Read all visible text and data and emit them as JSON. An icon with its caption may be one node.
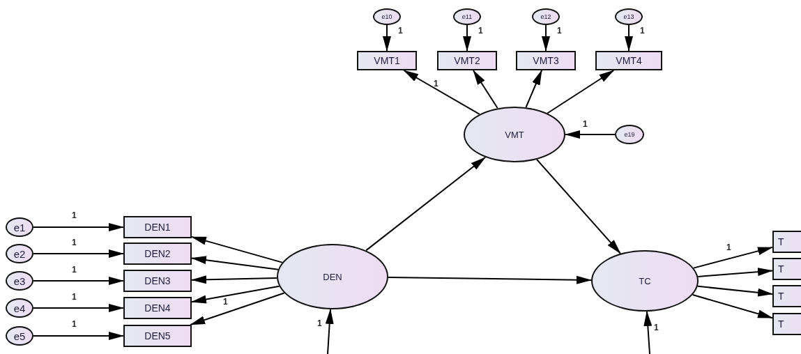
{
  "diagram": {
    "nodes": [
      {
        "text": [
          "e10"
        ]
      },
      {
        "text": [
          "e11"
        ]
      },
      {
        "text": [
          "e12"
        ]
      },
      {
        "text": [
          "e13"
        ]
      },
      {
        "text": [
          "VMT1"
        ]
      },
      {
        "text": [
          "VMT2"
        ]
      },
      {
        "text": [
          "VMT3"
        ]
      },
      {
        "text": [
          "VMT4"
        ]
      },
      {
        "text": [
          "VMT"
        ]
      },
      {
        "text": [
          "e19"
        ]
      },
      {
        "text": [
          "e1"
        ]
      },
      {
        "text": [
          "e2"
        ]
      },
      {
        "text": [
          "e3"
        ]
      },
      {
        "text": [
          "e4"
        ]
      },
      {
        "text": [
          "e5"
        ]
      },
      {
        "text": [
          "DEN1"
        ]
      },
      {
        "text": [
          "DEN2"
        ]
      },
      {
        "text": [
          "DEN3"
        ]
      },
      {
        "text": [
          "DEN4"
        ]
      },
      {
        "text": [
          "DEN5"
        ]
      },
      {
        "text": [
          "DEN"
        ]
      },
      {
        "text": [
          "TC"
        ]
      },
      {
        "text": [
          "T"
        ]
      },
      {
        "text": [
          "T"
        ]
      },
      {
        "text": [
          "T"
        ]
      },
      {
        "text": [
          "T"
        ]
      }
    ],
    "edges": [
      {
        "from": 0,
        "to": 4,
        "arrow": "to",
        "label": "1"
      },
      {
        "from": 1,
        "to": 5,
        "arrow": "to",
        "label": "1"
      },
      {
        "from": 2,
        "to": 6,
        "arrow": "to",
        "label": "1"
      },
      {
        "from": 3,
        "to": 7,
        "arrow": "to",
        "label": "1"
      },
      {
        "from": 8,
        "to": 4,
        "arrow": "to",
        "label": "1"
      },
      {
        "from": 8,
        "to": 5,
        "arrow": "to"
      },
      {
        "from": 8,
        "to": 6,
        "arrow": "to"
      },
      {
        "from": 8,
        "to": 7,
        "arrow": "to"
      },
      {
        "from": 9,
        "to": 8,
        "arrow": "to",
        "label": "1"
      },
      {
        "from": 10,
        "to": 15,
        "arrow": "to",
        "label": "1"
      },
      {
        "from": 11,
        "to": 16,
        "arrow": "to",
        "label": "1"
      },
      {
        "from": 12,
        "to": 17,
        "arrow": "to",
        "label": "1"
      },
      {
        "from": 13,
        "to": 18,
        "arrow": "to",
        "label": "1"
      },
      {
        "from": 14,
        "to": 19,
        "arrow": "to",
        "label": "1"
      },
      {
        "from": 20,
        "to": 15,
        "arrow": "to"
      },
      {
        "from": 20,
        "to": 16,
        "arrow": "to"
      },
      {
        "from": 20,
        "to": 17,
        "arrow": "to"
      },
      {
        "from": 20,
        "to": 18,
        "arrow": "to",
        "label": "1"
      },
      {
        "from": 20,
        "to": 19,
        "arrow": "to"
      },
      {
        "from": 20,
        "to": 8,
        "arrow": "to"
      },
      {
        "from": 8,
        "to": 21,
        "arrow": "to"
      },
      {
        "from": 20,
        "to": 21,
        "arrow": "to"
      },
      {
        "from": 21,
        "to": 22,
        "arrow": "to",
        "label": "1"
      },
      {
        "from": 21,
        "to": 23,
        "arrow": "to"
      },
      {
        "from": 21,
        "to": 24,
        "arrow": "to"
      },
      {
        "from": 21,
        "to": 25,
        "arrow": "to"
      },
      {
        "from": null,
        "to": 20,
        "arrow": "to",
        "label": "1"
      },
      {
        "from": null,
        "to": 21,
        "arrow": "to",
        "label": "1"
      }
    ]
  }
}
